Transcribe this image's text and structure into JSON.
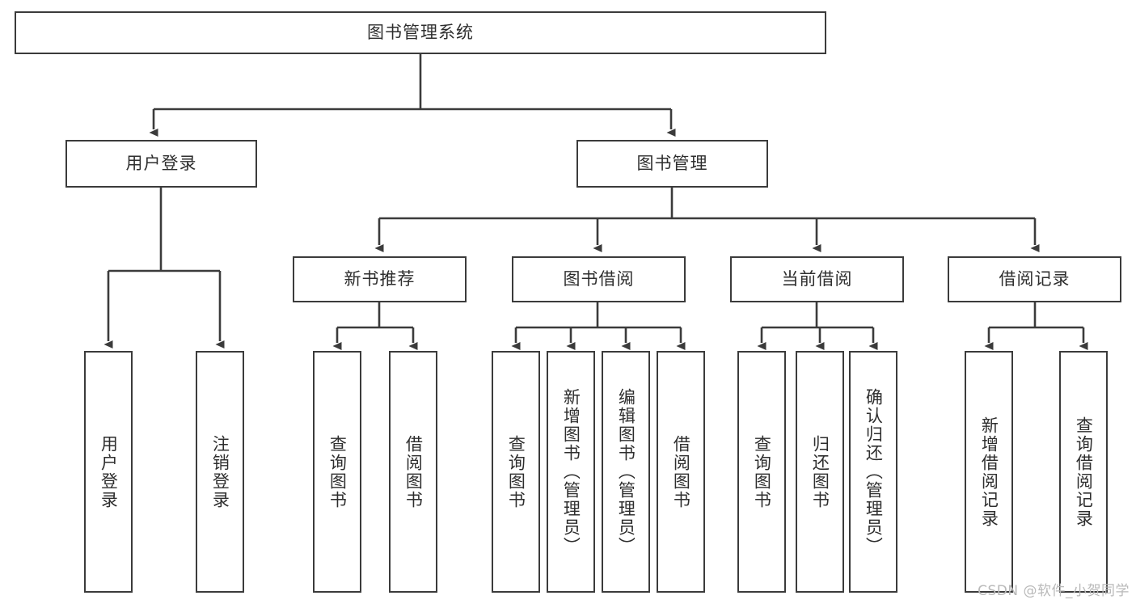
{
  "diagram": {
    "type": "tree",
    "title": "图书管理系统",
    "colors": {
      "border": "#3b3b3b",
      "connector": "#3b3b3b",
      "text": "#2e2e2e",
      "background": "#ffffff",
      "watermark": "#b9b9b9"
    },
    "root": {
      "label": "图书管理系统"
    },
    "level2": [
      {
        "label": "用户登录"
      },
      {
        "label": "图书管理"
      }
    ],
    "level3": [
      {
        "label": "新书推荐"
      },
      {
        "label": "图书借阅"
      },
      {
        "label": "当前借阅"
      },
      {
        "label": "借阅记录"
      }
    ],
    "leaves": [
      {
        "label": "用户登录",
        "parent": "用户登录"
      },
      {
        "label": "注销登录",
        "parent": "用户登录"
      },
      {
        "label": "查询图书",
        "parent": "新书推荐"
      },
      {
        "label": "借阅图书",
        "parent": "新书推荐"
      },
      {
        "label": "查询图书",
        "parent": "图书借阅"
      },
      {
        "label": "新增图书（管理员）",
        "parent": "图书借阅"
      },
      {
        "label": "编辑图书（管理员）",
        "parent": "图书借阅"
      },
      {
        "label": "借阅图书",
        "parent": "图书借阅"
      },
      {
        "label": "查询图书",
        "parent": "当前借阅"
      },
      {
        "label": "归还图书",
        "parent": "当前借阅"
      },
      {
        "label": "确认归还（管理员）",
        "parent": "当前借阅"
      },
      {
        "label": "新增借阅记录",
        "parent": "借阅记录"
      },
      {
        "label": "查询借阅记录",
        "parent": "借阅记录"
      }
    ],
    "watermark": "CSDN @软件_小贺同学"
  }
}
